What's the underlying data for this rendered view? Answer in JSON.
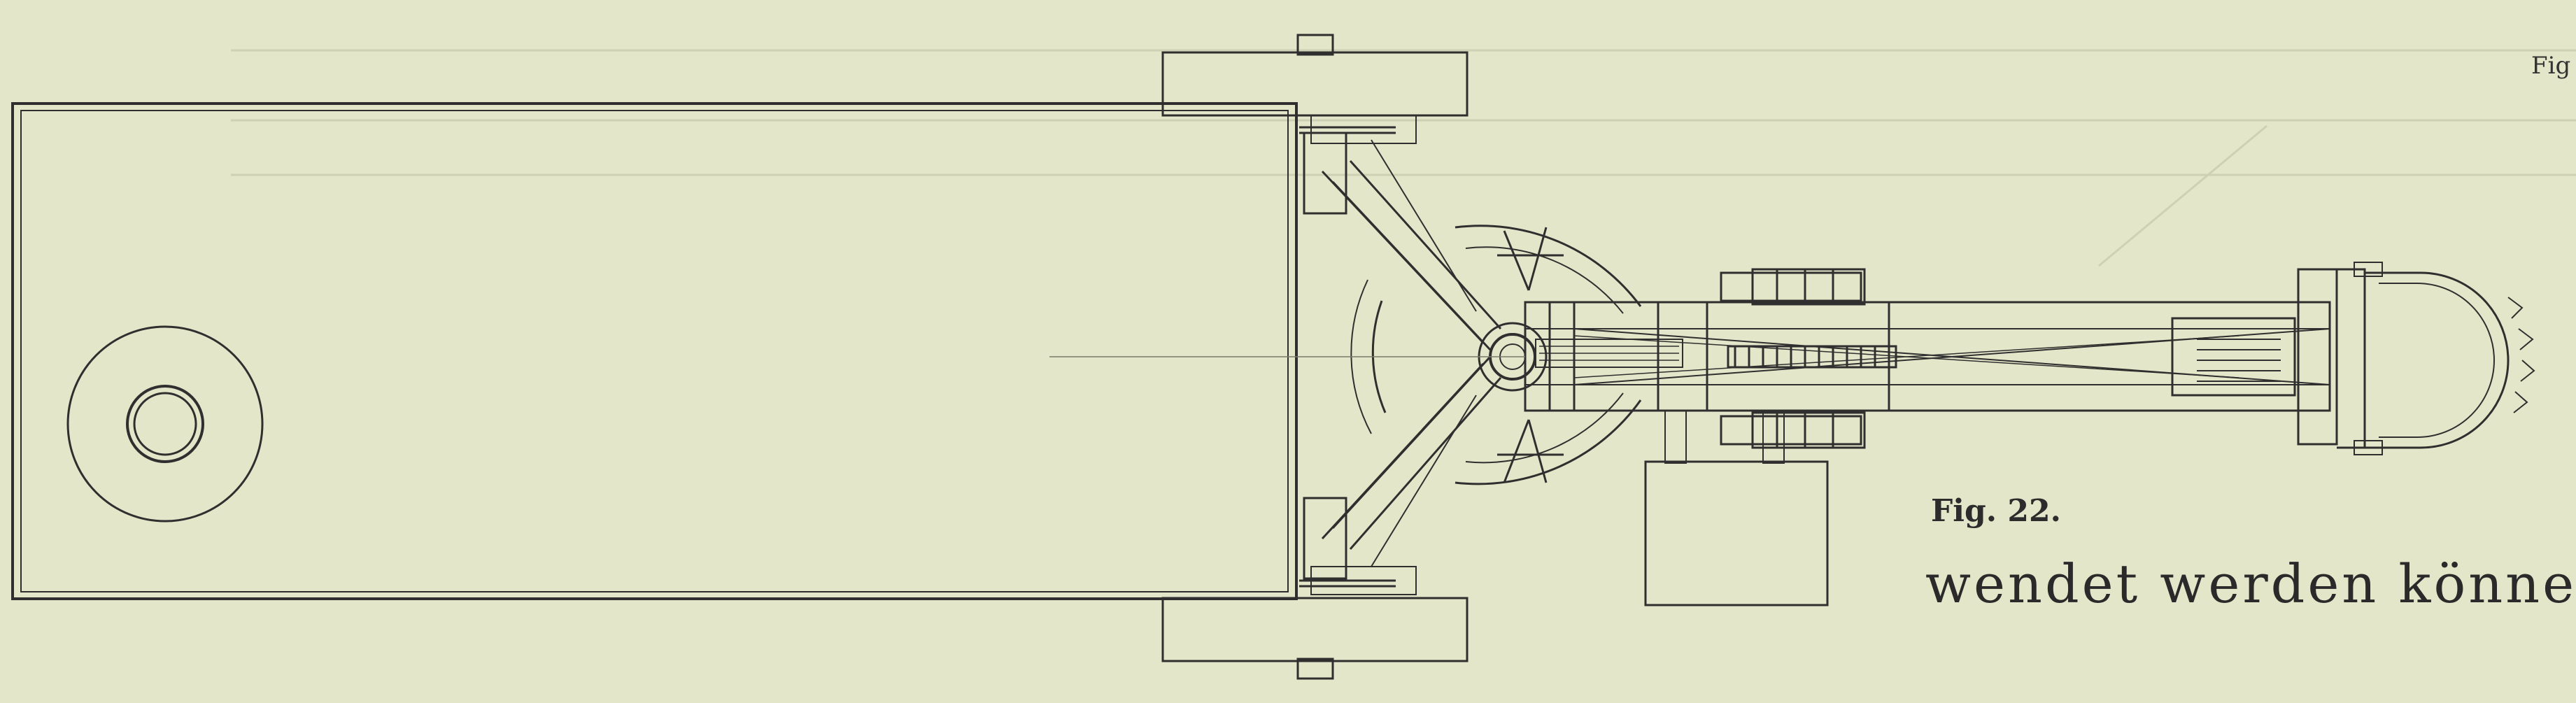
{
  "figure": {
    "label": "Fig. 22.",
    "corner_fragment": "Fig"
  },
  "text": {
    "continuation": "wendet werden können."
  },
  "colors": {
    "paper": "#e3e6c8",
    "ink": "#2f2f2f"
  }
}
